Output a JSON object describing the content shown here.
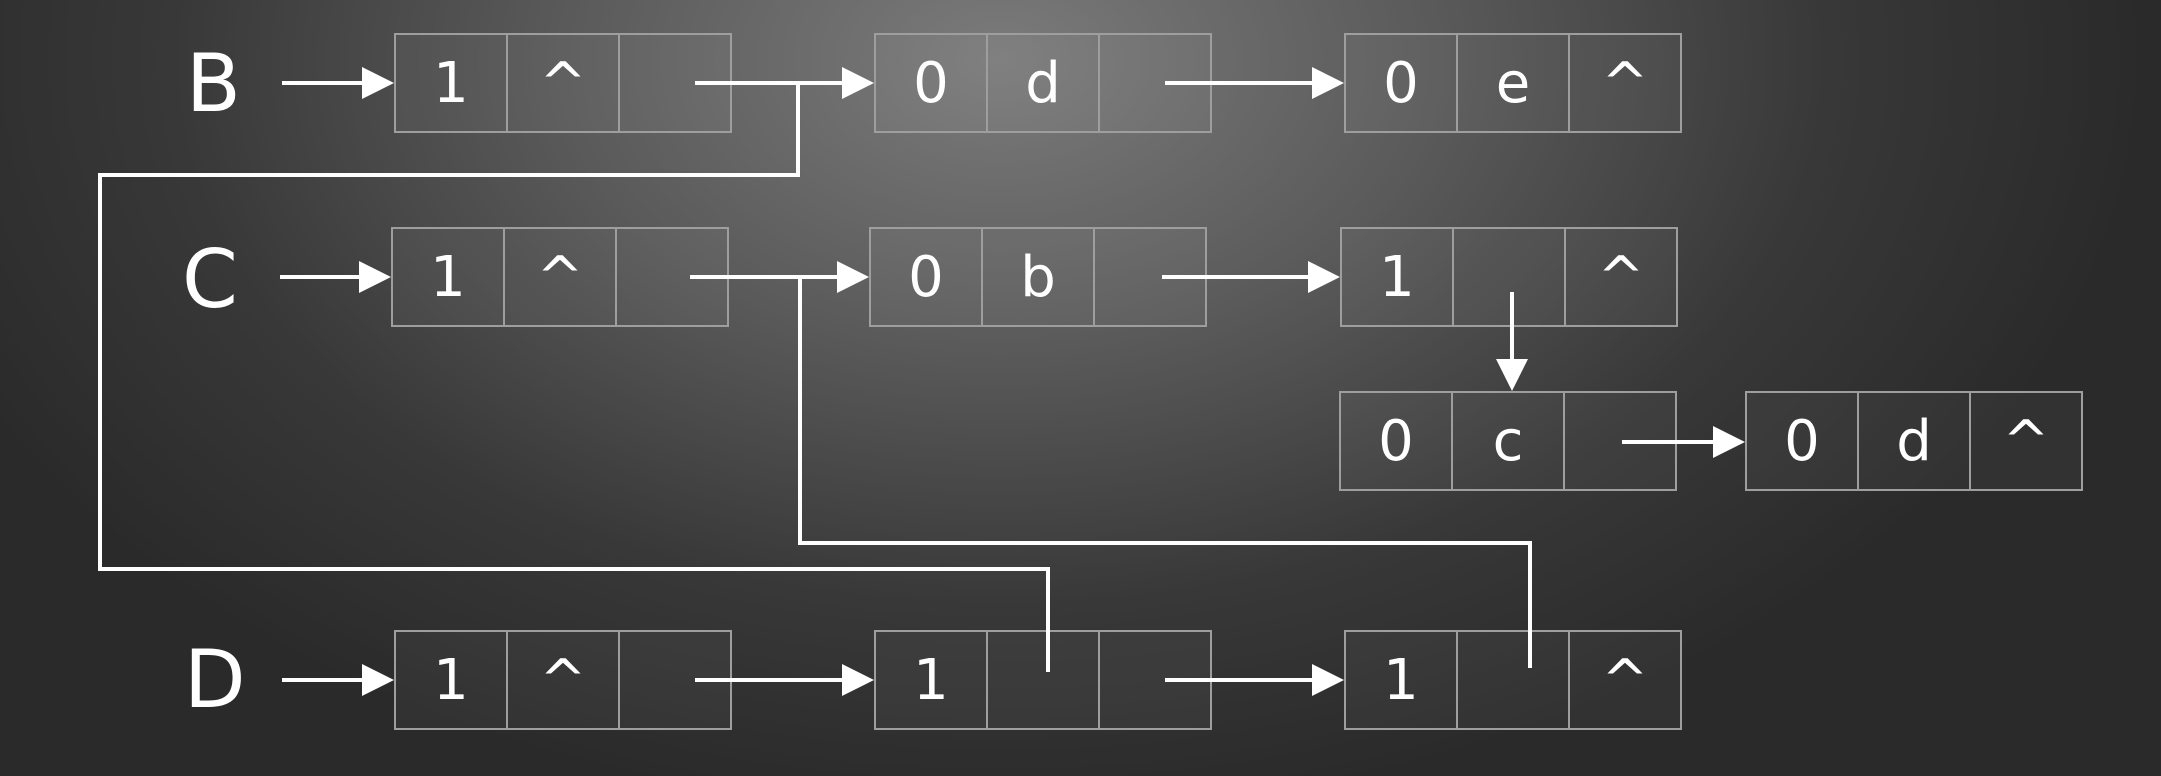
{
  "heads": {
    "b": "B",
    "c": "C",
    "d": "D"
  },
  "nodes": {
    "b1": {
      "tag": "1",
      "val": "^",
      "next": ""
    },
    "b2": {
      "tag": "0",
      "val": "d",
      "next": ""
    },
    "b3": {
      "tag": "0",
      "val": "e",
      "next": "^"
    },
    "c1": {
      "tag": "1",
      "val": "^",
      "next": ""
    },
    "c2": {
      "tag": "0",
      "val": "b",
      "next": ""
    },
    "c3": {
      "tag": "1",
      "val": "",
      "next": "^"
    },
    "c4": {
      "tag": "0",
      "val": "c",
      "next": ""
    },
    "c5": {
      "tag": "0",
      "val": "d",
      "next": "^"
    },
    "d1": {
      "tag": "1",
      "val": "^",
      "next": ""
    },
    "d2": {
      "tag": "1",
      "val": "",
      "next": ""
    },
    "d3": {
      "tag": "1",
      "val": "",
      "next": "^"
    }
  },
  "colors": {
    "line": "#ffffff",
    "cell_border": "#9e9e9e"
  }
}
